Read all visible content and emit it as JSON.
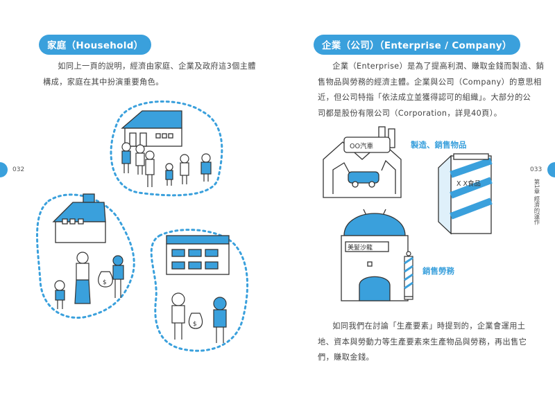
{
  "left_page": {
    "heading": "家庭（Household）",
    "paragraph_lines": [
      "如同上一頁的說明，經濟由家庭、企業及政府這3個主體",
      "構成，家庭在其中扮演重要角色。"
    ],
    "page_number": "032"
  },
  "right_page": {
    "heading": "企業（公司）（Enterprise / Company）",
    "intro_lines": [
      "企業（Enterprise）是為了提高利潤、賺取金錢而製造、銷",
      "售物品與勞務的經濟主體。企業與公司（Company）的意思相",
      "近，但公司特指「依法成立並獲得認可的組織」。大部分的公",
      "司都是股份有限公司（Corporation，詳見40頁）。"
    ],
    "callout_manufacture": "製造、銷售物品",
    "callout_services": "銷售勞務",
    "factory_sign": "OO汽車",
    "store_sign": "X X食品",
    "salon_sign": "美髮沙龍",
    "closing_lines": [
      "如同我們在討論「生產要素」時提到的，企業會運用土",
      "地、資本與勞動力等生產要素來生產物品與勞務，再出售它",
      "們，賺取金錢。"
    ],
    "page_number": "033",
    "chapter_label": "第1章 經濟的運作"
  },
  "colors": {
    "accent": "#3aa0dc",
    "line": "#333333"
  },
  "icons": [
    "dollar-bag-icon",
    "house-icon",
    "factory-icon",
    "store-icon",
    "salon-icon",
    "barber-pole-icon"
  ]
}
